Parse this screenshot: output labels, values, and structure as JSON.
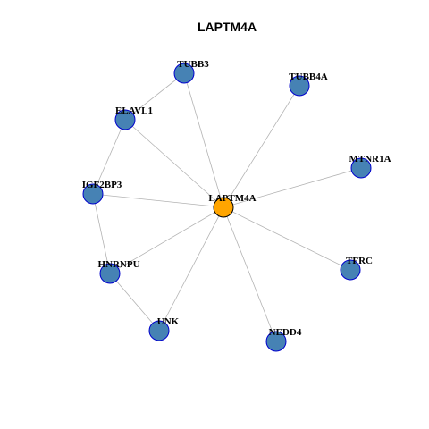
{
  "title": "LAPTM4A",
  "colors": {
    "center_fill": "#ffa500",
    "center_stroke": "#000000",
    "neighbor_fill": "#4682b4",
    "neighbor_stroke": "#0000cd",
    "edge": "#b3b3b3"
  },
  "nodes": [
    {
      "id": "LAPTM4A",
      "label": "LAPTM4A",
      "role": "center"
    },
    {
      "id": "TUBB3",
      "label": "TUBB3",
      "role": "neighbor"
    },
    {
      "id": "TUBB4A",
      "label": "TUBB4A",
      "role": "neighbor"
    },
    {
      "id": "ELAVL1",
      "label": "ELAVL1",
      "role": "neighbor"
    },
    {
      "id": "MTNR1A",
      "label": "MTNR1A",
      "role": "neighbor"
    },
    {
      "id": "IGF2BP3",
      "label": "IGF2BP3",
      "role": "neighbor"
    },
    {
      "id": "HNRNPU",
      "label": "HNRNPU",
      "role": "neighbor"
    },
    {
      "id": "TFRC",
      "label": "TFRC",
      "role": "neighbor"
    },
    {
      "id": "UNK",
      "label": "UNK",
      "role": "neighbor"
    },
    {
      "id": "NEDD4",
      "label": "NEDD4",
      "role": "neighbor"
    }
  ],
  "edges": [
    [
      "LAPTM4A",
      "TUBB3"
    ],
    [
      "LAPTM4A",
      "TUBB4A"
    ],
    [
      "LAPTM4A",
      "ELAVL1"
    ],
    [
      "LAPTM4A",
      "MTNR1A"
    ],
    [
      "LAPTM4A",
      "IGF2BP3"
    ],
    [
      "LAPTM4A",
      "HNRNPU"
    ],
    [
      "LAPTM4A",
      "TFRC"
    ],
    [
      "LAPTM4A",
      "UNK"
    ],
    [
      "LAPTM4A",
      "NEDD4"
    ],
    [
      "TUBB3",
      "ELAVL1"
    ],
    [
      "ELAVL1",
      "IGF2BP3"
    ],
    [
      "IGF2BP3",
      "HNRNPU"
    ],
    [
      "HNRNPU",
      "UNK"
    ]
  ]
}
